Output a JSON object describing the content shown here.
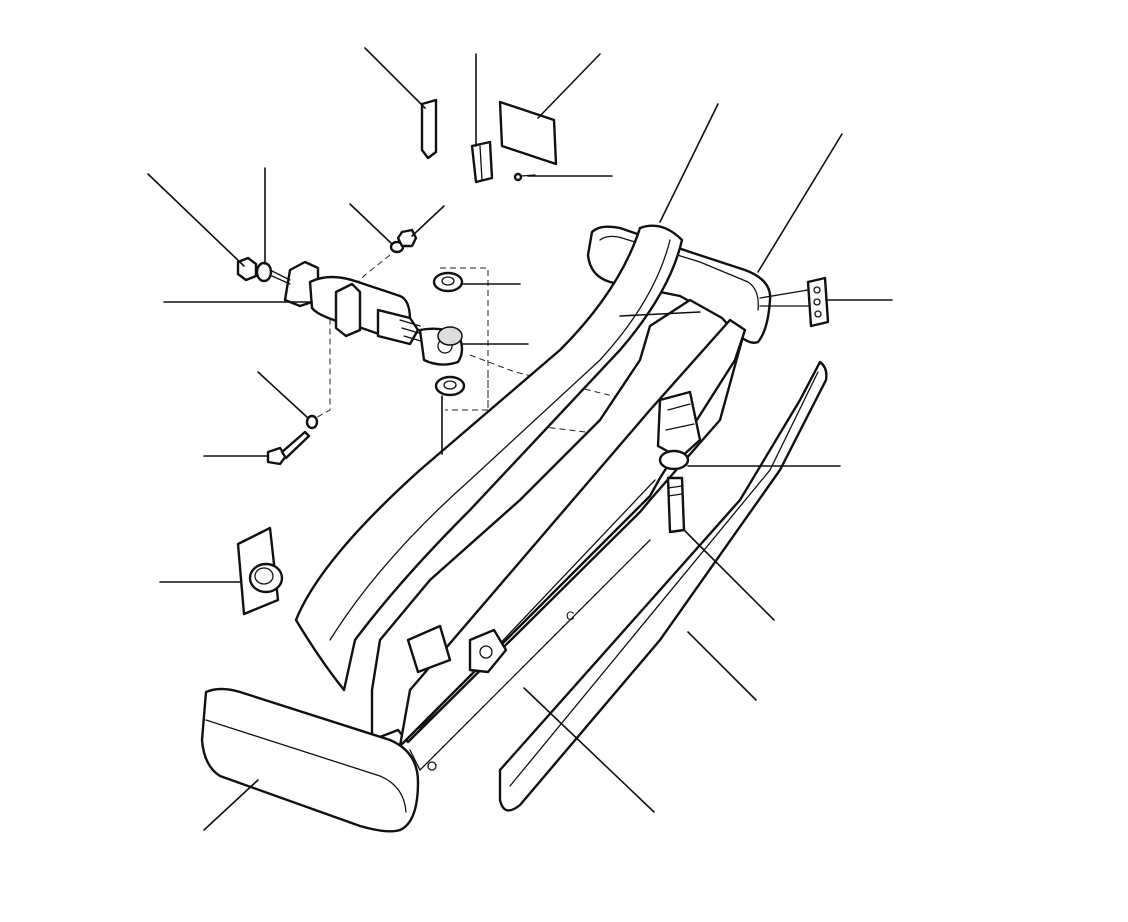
{
  "diagram": {
    "type": "exploded-parts-view",
    "label_text": "",
    "stamp": "C",
    "colors": {
      "ink": "#111111",
      "paper": "#ffffff",
      "shade": "#dddddd"
    },
    "callouts": [
      {
        "id": "bracket-strip"
      },
      {
        "id": "clip"
      },
      {
        "id": "number-plate"
      },
      {
        "id": "plate-screw"
      },
      {
        "id": "top-capping"
      },
      {
        "id": "end-cap-right"
      },
      {
        "id": "mounting-plate"
      },
      {
        "id": "nut"
      },
      {
        "id": "washer"
      },
      {
        "id": "nut-pair"
      },
      {
        "id": "spacer-upper"
      },
      {
        "id": "rubber-bush"
      },
      {
        "id": "spacer-lower"
      },
      {
        "id": "support-arm"
      },
      {
        "id": "spring-washer"
      },
      {
        "id": "bolt"
      },
      {
        "id": "grommet"
      },
      {
        "id": "clamp-washer"
      },
      {
        "id": "stud"
      },
      {
        "id": "lower-rubbing-strip"
      },
      {
        "id": "bumper-blade"
      },
      {
        "id": "end-cap-left"
      }
    ]
  }
}
